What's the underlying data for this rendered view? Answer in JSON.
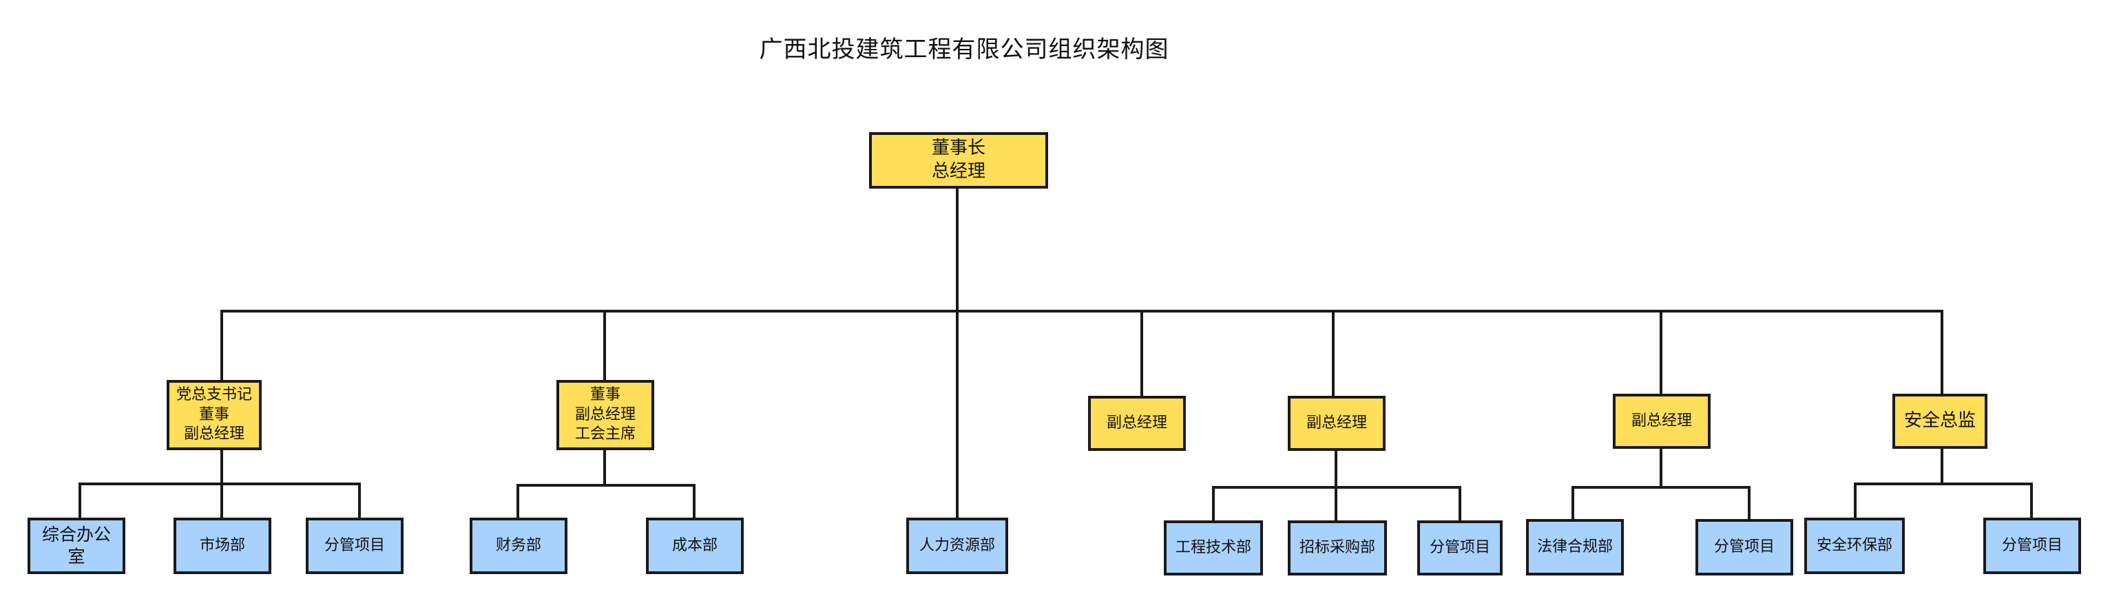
{
  "title": "广西北投建筑工程有限公司组织架构图",
  "colors": {
    "leader_fill": "#ffde59",
    "dept_fill": "#a8d1fb",
    "line": "#1a1a1a"
  },
  "nodes": {
    "root": "董事长\n总经理",
    "party_secretary": "党总支书记\n董事\n副总经理",
    "director_vp_union": "董事\n副总经理\n工会主席",
    "vp_a": "副总经理",
    "vp_b": "副总经理",
    "vp_c": "副总经理",
    "safety_director": "安全总监",
    "general_office": "综合办公\n室",
    "marketing": "市场部",
    "branch_projects_1": "分管项目",
    "finance": "财务部",
    "cost": "成本部",
    "hr": "人力资源部",
    "engineering": "工程技术部",
    "procurement": "招标采购部",
    "branch_projects_2": "分管项目",
    "legal": "法律合规部",
    "branch_projects_3": "分管项目",
    "safety_env": "安全环保部",
    "branch_projects_4": "分管项目"
  }
}
